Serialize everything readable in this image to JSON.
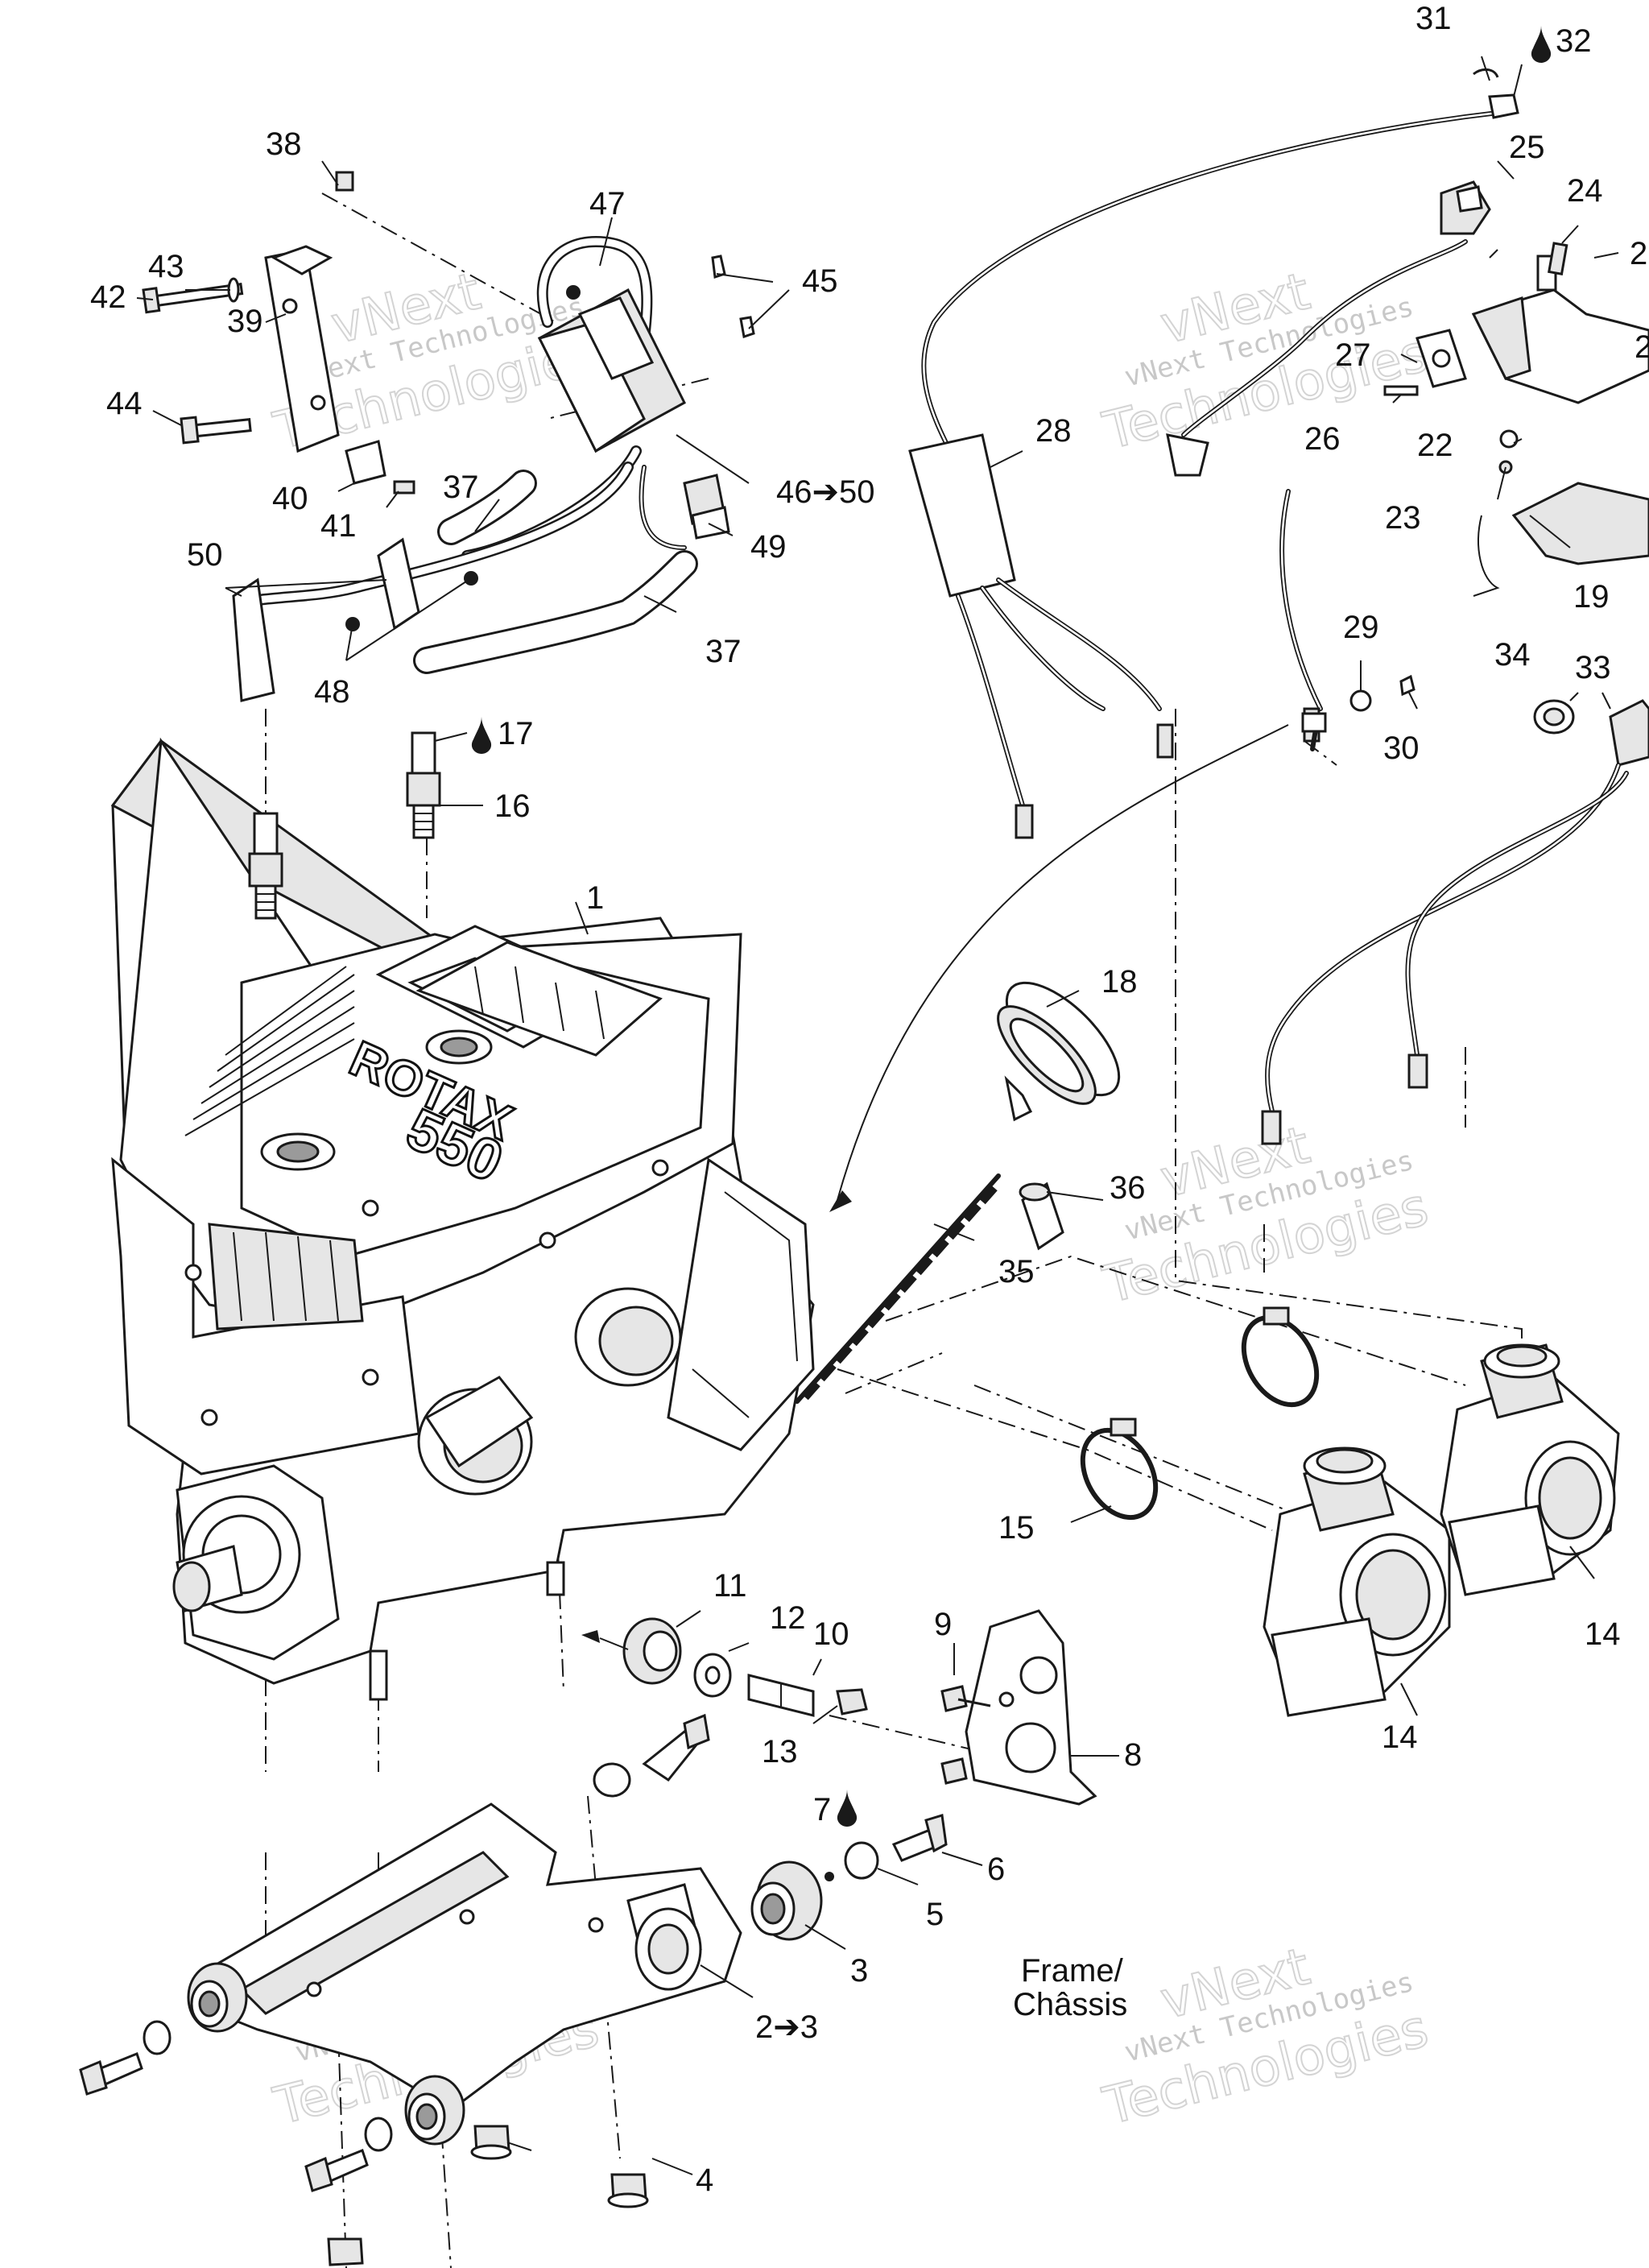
{
  "watermark": {
    "text_small": "vNext Technologies",
    "text_top": "vNext",
    "text_big": "Technologies"
  },
  "callouts": [
    {
      "id": "c1",
      "text": "1"
    },
    {
      "id": "c2",
      "text": "2➔3"
    },
    {
      "id": "c3",
      "text": "3"
    },
    {
      "id": "c4",
      "text": "4"
    },
    {
      "id": "c5",
      "text": "5"
    },
    {
      "id": "c6",
      "text": "6"
    },
    {
      "id": "c7",
      "text": "7"
    },
    {
      "id": "c8",
      "text": "8"
    },
    {
      "id": "c9",
      "text": "9"
    },
    {
      "id": "c10",
      "text": "10"
    },
    {
      "id": "c11",
      "text": "11"
    },
    {
      "id": "c12",
      "text": "12"
    },
    {
      "id": "c13",
      "text": "13"
    },
    {
      "id": "c14a",
      "text": "14"
    },
    {
      "id": "c14b",
      "text": "14"
    },
    {
      "id": "c15",
      "text": "15"
    },
    {
      "id": "c16",
      "text": "16"
    },
    {
      "id": "c17",
      "text": "17"
    },
    {
      "id": "c18",
      "text": "18"
    },
    {
      "id": "c19",
      "text": "19"
    },
    {
      "id": "c21",
      "text": "2"
    },
    {
      "id": "c20",
      "text": "2"
    },
    {
      "id": "c22",
      "text": "22"
    },
    {
      "id": "c23",
      "text": "23"
    },
    {
      "id": "c24",
      "text": "24"
    },
    {
      "id": "c25",
      "text": "25"
    },
    {
      "id": "c26",
      "text": "26"
    },
    {
      "id": "c27",
      "text": "27"
    },
    {
      "id": "c28",
      "text": "28"
    },
    {
      "id": "c29",
      "text": "29"
    },
    {
      "id": "c30",
      "text": "30"
    },
    {
      "id": "c31",
      "text": "31"
    },
    {
      "id": "c32",
      "text": "32"
    },
    {
      "id": "c33",
      "text": "33"
    },
    {
      "id": "c34",
      "text": "34"
    },
    {
      "id": "c35",
      "text": "35"
    },
    {
      "id": "c36",
      "text": "36"
    },
    {
      "id": "c37a",
      "text": "37"
    },
    {
      "id": "c37b",
      "text": "37"
    },
    {
      "id": "c38",
      "text": "38"
    },
    {
      "id": "c39",
      "text": "39"
    },
    {
      "id": "c40",
      "text": "40"
    },
    {
      "id": "c41",
      "text": "41"
    },
    {
      "id": "c42",
      "text": "42"
    },
    {
      "id": "c43",
      "text": "43"
    },
    {
      "id": "c44",
      "text": "44"
    },
    {
      "id": "c45",
      "text": "45"
    },
    {
      "id": "c46",
      "text": "46➔50"
    },
    {
      "id": "c47",
      "text": "47"
    },
    {
      "id": "c48",
      "text": "48"
    },
    {
      "id": "c49",
      "text": "49"
    },
    {
      "id": "c50",
      "text": "50"
    }
  ],
  "frame_label": {
    "line1": "Frame/",
    "line2": "Châssis"
  },
  "engine_lettering": {
    "brand": "ROTAX",
    "model": "550"
  }
}
